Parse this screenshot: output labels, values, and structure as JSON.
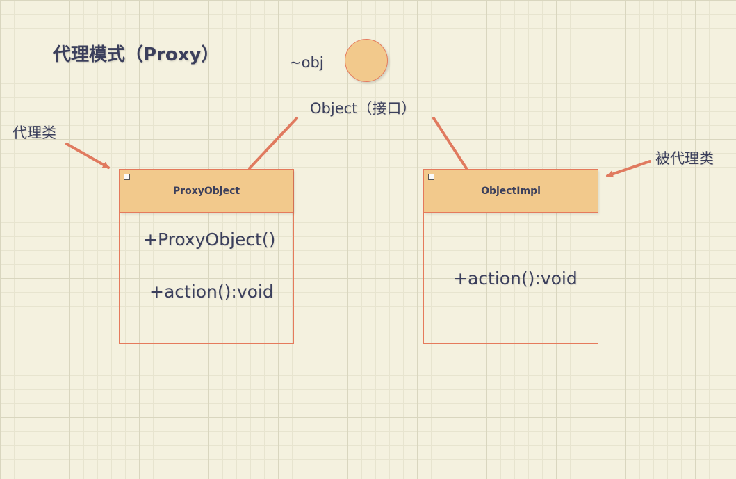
{
  "title": "代理模式（Proxy）",
  "interface": {
    "role_label": "~obj",
    "name_label": "Object（接口）"
  },
  "annotations": {
    "proxy_class": "代理类",
    "real_class": "被代理类"
  },
  "classes": [
    {
      "name": "ProxyObject",
      "members": [
        "+ProxyObject()",
        "+action():void"
      ]
    },
    {
      "name": "ObjectImpl",
      "members": [
        "+action():void"
      ]
    }
  ],
  "colors": {
    "fill": "#f2c98c",
    "stroke": "#e57a5c",
    "text": "#3b3f5c",
    "arrow": "#e07a5f"
  }
}
